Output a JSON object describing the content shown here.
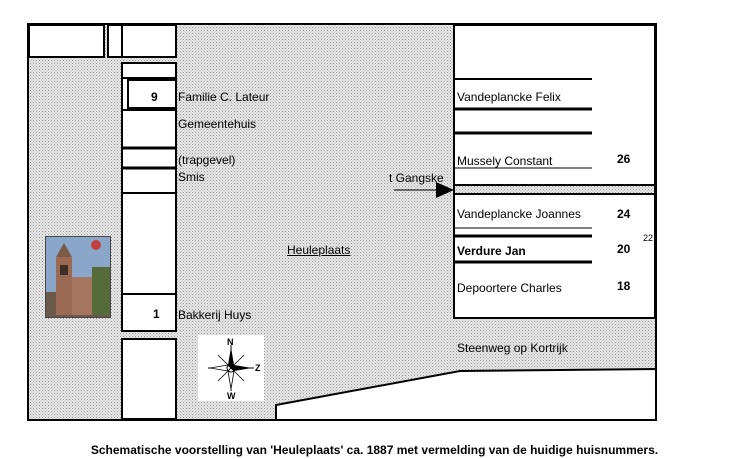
{
  "map": {
    "square_name": "Heuleplaats",
    "street_south": "Steenweg op Kortrijk",
    "passage_name": "t Gangske",
    "west_row": [
      {
        "number": "9",
        "label": "Familie C. Lateur"
      },
      {
        "number": "",
        "label": "Gemeentehuis"
      },
      {
        "number": "",
        "label": "(trapgevel)"
      },
      {
        "number": "",
        "label": "Smis"
      },
      {
        "number": "1",
        "label": "Bakkerij Huys"
      }
    ],
    "east_row": [
      {
        "label": "Vandeplancke Felix",
        "number": ""
      },
      {
        "label": "Mussely Constant",
        "number": "26"
      },
      {
        "label": "Vandeplancke Joannes",
        "number": "24"
      },
      {
        "label": "Verdure Jan",
        "number": "20",
        "extra_number": "22"
      },
      {
        "label": "Depoortere Charles",
        "number": "18"
      }
    ],
    "compass": {
      "north": "N",
      "south": "Z",
      "west": "W"
    },
    "icons": {
      "church": "church-photo-icon",
      "compass": "compass-rose-icon",
      "arrow": "arrow-right-icon"
    },
    "colors": {
      "stipple": "#c8c8c8",
      "building": "#ffffff",
      "line": "#000000"
    }
  },
  "caption": "Schematische voorstelling van 'Heuleplaats' ca. 1887 met vermelding van de huidige huisnummers."
}
